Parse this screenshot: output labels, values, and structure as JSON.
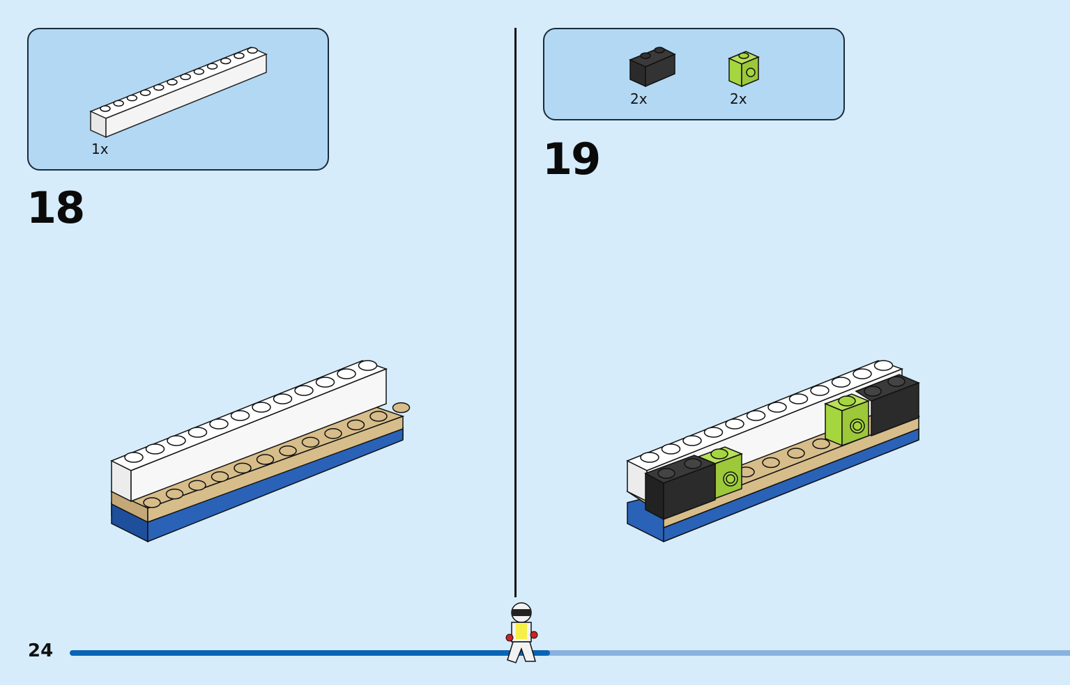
{
  "page_number": "24",
  "progress": {
    "completed_fraction": 0.48
  },
  "steps": [
    {
      "number": "18",
      "parts": [
        {
          "name": "white 1x12 brick",
          "quantity": "1x",
          "color": "#ffffff"
        }
      ]
    },
    {
      "number": "19",
      "parts": [
        {
          "name": "black 1x2 brick",
          "quantity": "2x",
          "color": "#2b2b2b"
        },
        {
          "name": "lime 1x1 brick with side stud",
          "quantity": "2x",
          "color": "#a6d63f"
        }
      ]
    }
  ],
  "colors": {
    "background": "#d6ecfb",
    "parts_box": "#b3d8f3",
    "progress_done": "#0a64b4",
    "progress_rest": "#8ab2df",
    "blue_plate": "#2a62b8",
    "tan_plate": "#d7bd8a"
  },
  "icons": [
    "brick-illustration",
    "minifigure-icon"
  ]
}
